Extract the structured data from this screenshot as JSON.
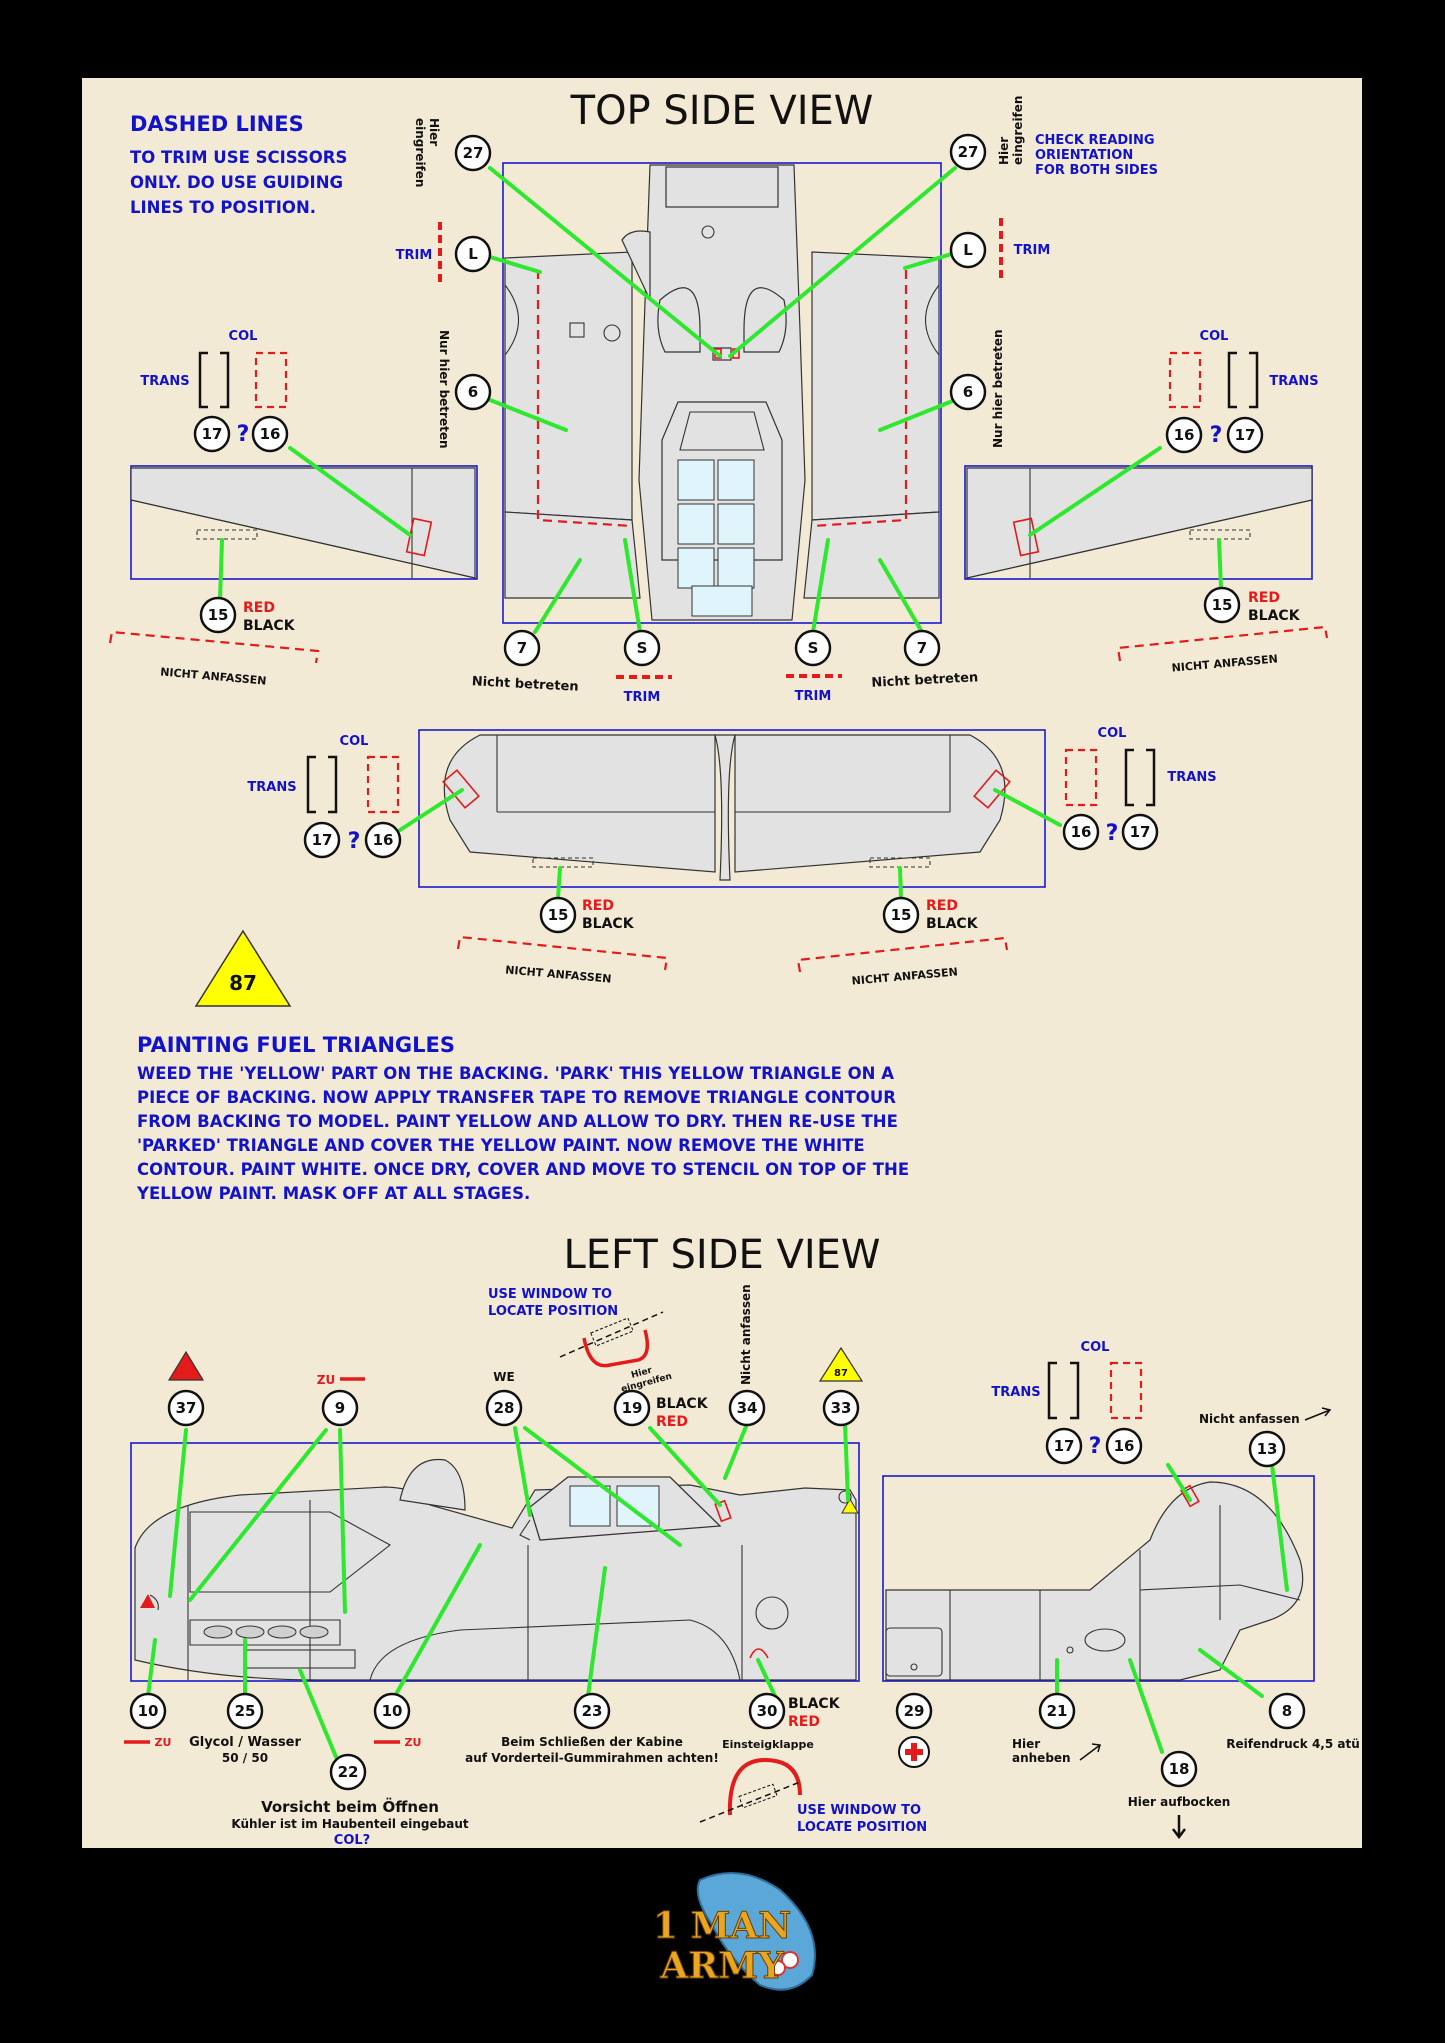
{
  "colors": {
    "background": "#000000",
    "sheet": "#f3ead5",
    "text_blue": "#1212c8",
    "accent_red": "#e31b1b",
    "leader_green": "#2ee82e",
    "frame_blue": "#1a1ad0",
    "triangle_yellow": "#ffff00"
  },
  "titles": {
    "top": "TOP SIDE VIEW",
    "left": "LEFT SIDE VIEW"
  },
  "instructions": {
    "dashed_heading": "DASHED LINES",
    "dashed_lines": [
      "TO TRIM USE SCISSORS",
      "ONLY. DO USE GUIDING",
      "LINES TO POSITION."
    ],
    "check_lines": [
      "CHECK READING",
      "ORIENTATION",
      "FOR BOTH SIDES"
    ],
    "fuel_heading": "PAINTING FUEL TRIANGLES",
    "fuel_lines": [
      "WEED THE 'YELLOW' PART ON THE BACKING. 'PARK' THIS YELLOW TRIANGLE ON A",
      "PIECE OF BACKING. NOW APPLY TRANSFER TAPE TO REMOVE TRIANGLE CONTOUR",
      "FROM BACKING TO MODEL. PAINT YELLOW AND ALLOW TO DRY. THEN RE-USE THE",
      "'PARKED' TRIANGLE AND COVER THE YELLOW PAINT. NOW REMOVE THE WHITE",
      "CONTOUR. PAINT WHITE. ONCE DRY, COVER AND MOVE TO STENCIL ON TOP OF THE",
      "YELLOW PAINT. MASK OFF AT ALL STAGES."
    ],
    "window_lines": [
      "USE WINDOW TO",
      "LOCATE POSITION"
    ]
  },
  "labels": {
    "trim": "TRIM",
    "col": "COL",
    "trans": "TRANS",
    "question": "?",
    "red": "RED",
    "black": "BLACK",
    "nicht_anfassen": "NICHT ANFASSEN",
    "nicht_anfassen_mixed": "Nicht anfassen",
    "nicht_betreten": "Nicht betreten",
    "nur_hier_betreten": "Nur hier betreten",
    "hier": "Hier",
    "eingreifen": "eingreifen",
    "zu": "ZU",
    "we": "WE",
    "glycol": "Glycol / Wasser",
    "glycol_ratio": "50 / 50",
    "vorsicht": "Vorsicht beim Öffnen",
    "kuehler": "Kühler ist im Haubenteil eingebaut",
    "col_q": "COL?",
    "schliessen1": "Beim Schließen der Kabine",
    "schliessen2": "auf Vorderteil-Gummirahmen achten!",
    "einsteig": "Einsteigklappe",
    "hier_anheben1": "Hier",
    "hier_anheben2": "anheben",
    "hier_aufbocken": "Hier aufbocken",
    "reifendruck": "Reifendruck 4,5 atü",
    "fuel_number": "87"
  },
  "markers": {
    "n27": "27",
    "nL": "L",
    "n6": "6",
    "n17": "17",
    "n16": "16",
    "n15": "15",
    "n7": "7",
    "nS": "S",
    "n37": "37",
    "n9": "9",
    "n28": "28",
    "n19": "19",
    "n34": "34",
    "n33": "33",
    "n13": "13",
    "n10": "10",
    "n25": "25",
    "n22": "22",
    "n23": "23",
    "n30": "30",
    "n29": "29",
    "n21": "21",
    "n18": "18",
    "n8": "8"
  },
  "logo": {
    "line1": "1 MAN",
    "line2": "ARMY"
  }
}
